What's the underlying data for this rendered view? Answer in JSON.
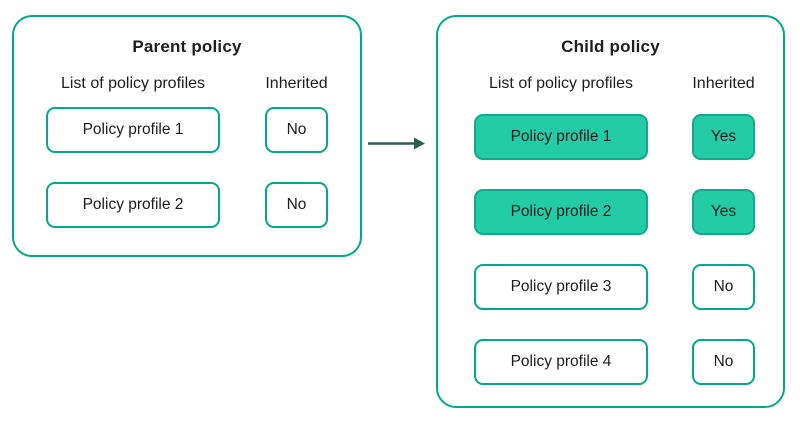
{
  "colors": {
    "teal_border": "#00A88E",
    "green_fill": "#23CCA6",
    "green_fill_border": "#0FAA8C",
    "arrow": "#2E5C55",
    "text": "#1D1D1B",
    "bg": "#FFFFFF"
  },
  "parent_panel": {
    "title": "Parent policy",
    "profiles_header": "List of policy profiles",
    "inherited_header": "Inherited",
    "rows": [
      {
        "profile": "Policy profile 1",
        "inherited": "No",
        "highlighted": false
      },
      {
        "profile": "Policy profile 2",
        "inherited": "No",
        "highlighted": false
      }
    ]
  },
  "child_panel": {
    "title": "Child policy",
    "profiles_header": "List of policy profiles",
    "inherited_header": "Inherited",
    "rows": [
      {
        "profile": "Policy profile 1",
        "inherited": "Yes",
        "highlighted": true
      },
      {
        "profile": "Policy profile 2",
        "inherited": "Yes",
        "highlighted": true
      },
      {
        "profile": "Policy profile 3",
        "inherited": "No",
        "highlighted": false
      },
      {
        "profile": "Policy profile 4",
        "inherited": "No",
        "highlighted": false
      }
    ]
  },
  "arrow": {
    "direction": "right"
  }
}
